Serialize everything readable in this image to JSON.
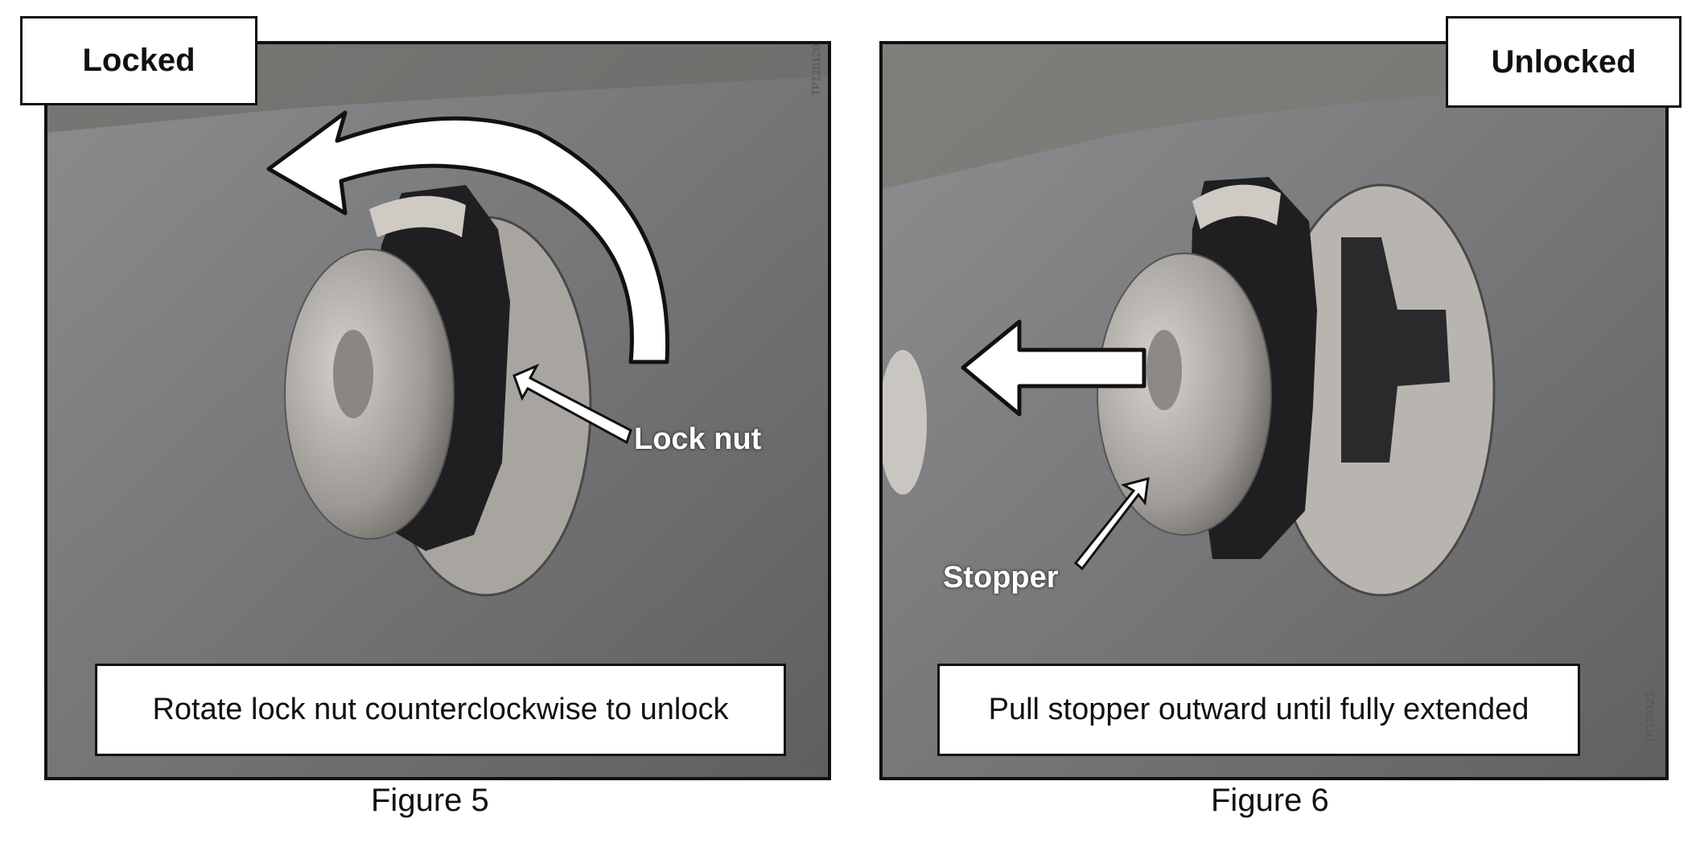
{
  "figures": [
    {
      "state_label": "Locked",
      "callout": "Lock nut",
      "instruction": "Rotate lock nut counterclockwise to unlock",
      "caption": "Figure 5",
      "photo_code": "TP120120"
    },
    {
      "state_label": "Unlocked",
      "callout": "Stopper",
      "instruction": "Pull stopper outward until fully extended",
      "caption": "Figure 6",
      "photo_code": "TP120121"
    }
  ],
  "colors": {
    "border": "#111111",
    "carpet": "#77797b",
    "hardware_metal": "#b8b5b1",
    "lock_nut": "#1f1f21",
    "arrow_fill": "#ffffff"
  }
}
